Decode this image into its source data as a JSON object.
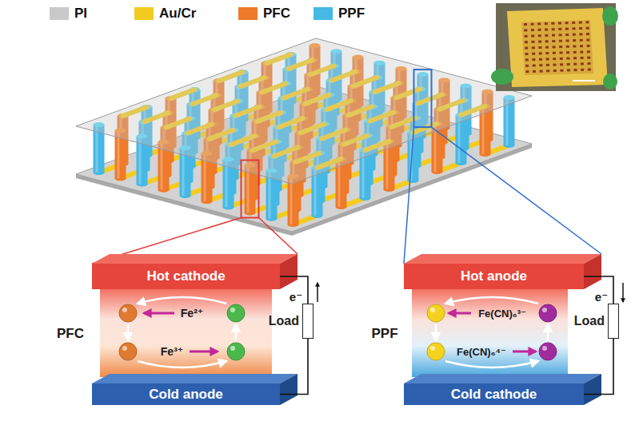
{
  "diagram": {
    "nodes": [
      {
        "text": [
          "Hot cathode"
        ]
      },
      {
        "text": [
          "Load"
        ]
      },
      {
        "text": [
          "Cold anode"
        ]
      },
      {
        "text": [
          "Hot anode"
        ]
      },
      {
        "text": [
          "Load"
        ]
      },
      {
        "text": [
          "Cold cathode"
        ]
      }
    ],
    "edges": [
      {
        "from": 0,
        "to": 1,
        "arrow": "none"
      },
      {
        "from": 1,
        "to": 2,
        "arrow": "none"
      },
      {
        "from": 3,
        "to": 4,
        "arrow": "none"
      },
      {
        "from": 4,
        "to": 5,
        "arrow": "none"
      }
    ],
    "labels": [
      "PFC",
      "Fe²⁺",
      "Fe³⁺",
      "e⁻",
      "PPF",
      "Fe(CN)₆³⁻",
      "Fe(CN)₆⁴⁻",
      "e⁻"
    ],
    "legend": [
      {
        "text": "PI",
        "color": "#c9c9c9"
      },
      {
        "text": "Au/Cr",
        "color": "#f3cc1f"
      },
      {
        "text": "PFC",
        "color": "#ee7a2a"
      },
      {
        "text": "PPF",
        "color": "#45b8e6"
      }
    ]
  }
}
